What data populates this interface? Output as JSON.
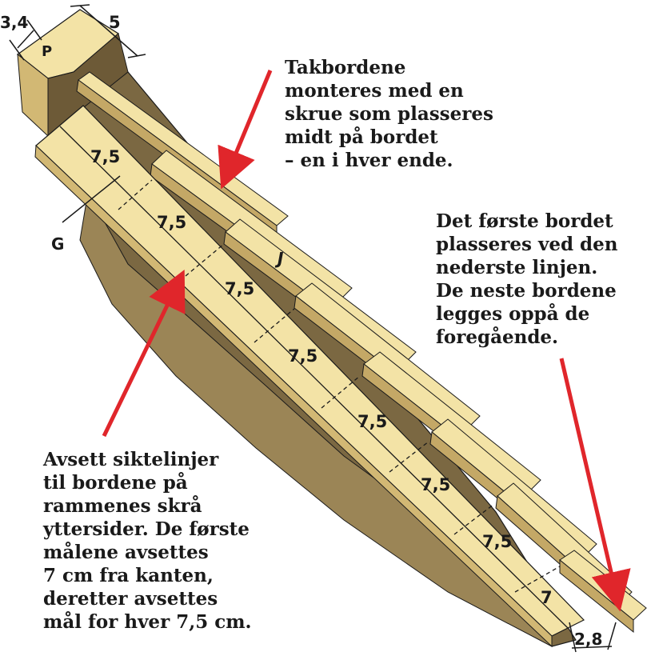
{
  "dimensions": {
    "post_thickness": "3,4",
    "post_width": "5",
    "board_overlap": "2,8"
  },
  "part_labels": {
    "post": "P",
    "rafter": "G",
    "roof_board": "J"
  },
  "spacing_labels": [
    "7,5",
    "7,5",
    "7,5",
    "7,5",
    "7,5",
    "7,5",
    "7,5",
    "7"
  ],
  "callouts": {
    "screw_note": [
      "Takbordene",
      "monteres med en",
      "skrue som plasseres",
      "midt på bordet",
      "– en i hver ende."
    ],
    "first_board_note": [
      "Det første bordet",
      "plasseres ved den",
      "nederste linjen.",
      "De neste bordene",
      "legges oppå de",
      "foregående."
    ],
    "sightline_note": [
      "Avsett siktelinjer",
      "til bordene på",
      "rammenes skrå",
      "yttersider. De første",
      "målene avsettes",
      "7 cm fra kanten,",
      "deretter avsettes",
      "mål for hver 7,5 cm."
    ]
  },
  "colors": {
    "wood_light": "#f3e3a6",
    "wood_mid": "#e6cf86",
    "wood_shadow": "#c4a866",
    "wood_dark": "#7b6842",
    "arrow_red": "#e0262b",
    "outline": "#1a1a1a"
  }
}
